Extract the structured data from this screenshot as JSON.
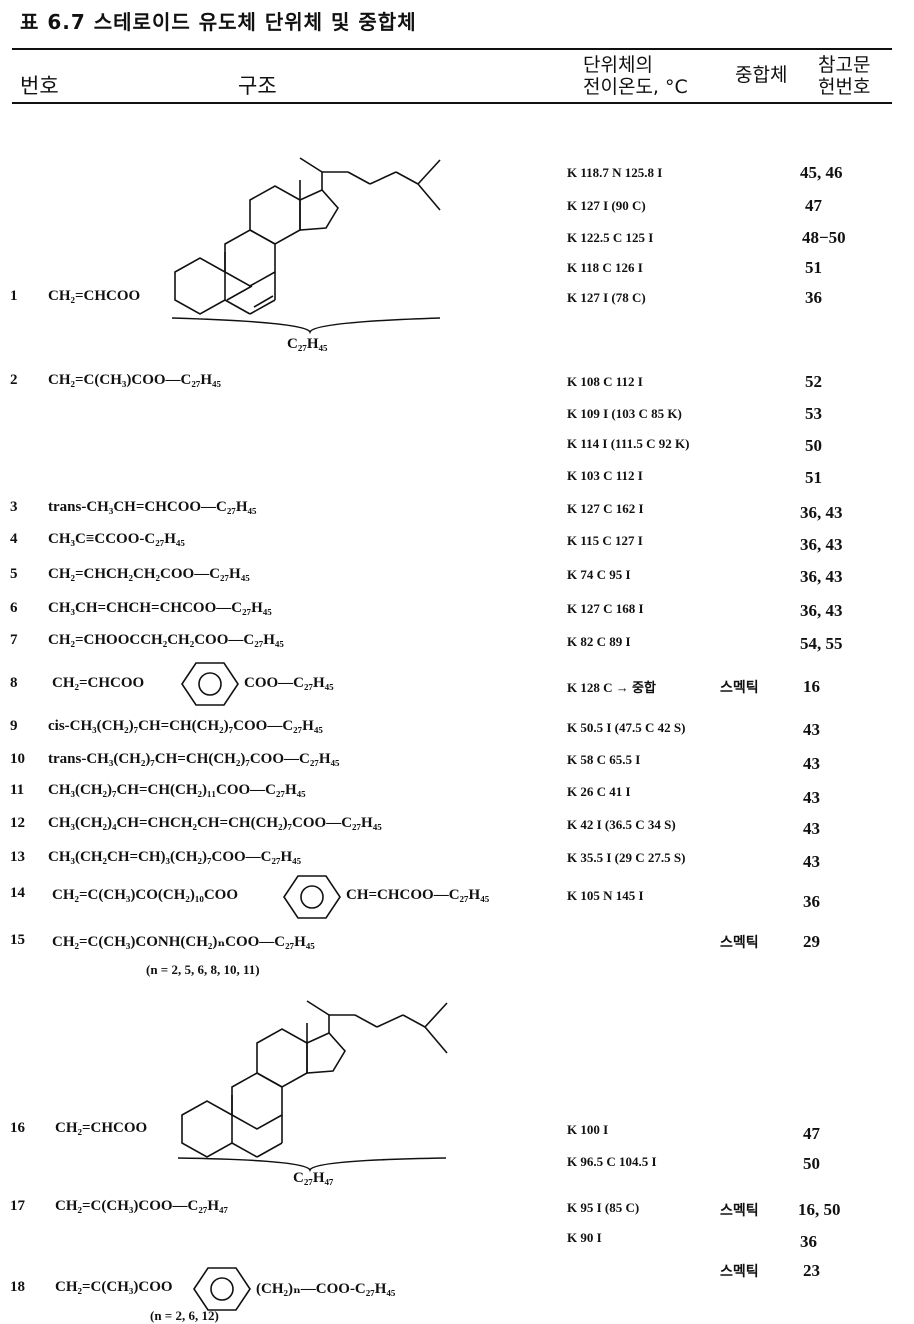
{
  "title": "표 6.7  스테로이드 유도체 단위체 및 중합체",
  "headers": {
    "no": "번호",
    "structure": "구조",
    "transition_1": "단위체의",
    "transition_2": "전이온도, °C",
    "polymer": "중합체",
    "ref_1": "참고문",
    "ref_2": "헌번호"
  },
  "rows": [
    {
      "no": "1",
      "formula_pre": "CH₂=CHCOO",
      "label": "C₂₇H₄₅"
    },
    {
      "no": "2",
      "formula": "CH₂=C(CH₃)COO—C₂₇H₄₅"
    },
    {
      "no": "3",
      "formula": "trans-CH₃CH=CHCOO—C₂₇H₄₅"
    },
    {
      "no": "4",
      "formula": "CH₃C≡CCOO-C₂₇H₄₅"
    },
    {
      "no": "5",
      "formula": "CH₂=CHCH₂CH₂COO—C₂₇H₄₅"
    },
    {
      "no": "6",
      "formula": "CH₃CH=CHCH=CHCOO—C₂₇H₄₅"
    },
    {
      "no": "7",
      "formula": "CH₂=CHOOCCH₂CH₂COO—C₂₇H₄₅"
    },
    {
      "no": "8",
      "formula_pre": "CH₂=CHCOO",
      "formula_post": "COO—C₂₇H₄₅"
    },
    {
      "no": "9",
      "formula": "cis-CH₃(CH₂)₇CH=CH(CH₂)₇COO—C₂₇H₄₅"
    },
    {
      "no": "10",
      "formula": "trans-CH₃(CH₂)₇CH=CH(CH₂)₇COO—C₂₇H₄₅"
    },
    {
      "no": "11",
      "formula": "CH₃(CH₂)₇CH=CH(CH₂)₁₁COO—C₂₇H₄₅"
    },
    {
      "no": "12",
      "formula": "CH₃(CH₂)₄CH=CHCH₂CH=CH(CH₂)₇COO—C₂₇H₄₅"
    },
    {
      "no": "13",
      "formula": "CH₃(CH₂CH=CH)₃(CH₂)₇COO—C₂₇H₄₅"
    },
    {
      "no": "14",
      "formula_pre": "CH₂=C(CH₃)CO(CH₂)₁₀COO",
      "formula_post": "CH=CHCOO—C₂₇H₄₅"
    },
    {
      "no": "15",
      "formula": "CH₂=C(CH₃)CONH(CH₂)ₙCOO—C₂₇H₄₅",
      "note": "(n = 2, 5, 6, 8, 10, 11)"
    },
    {
      "no": "16",
      "formula_pre": "CH₂=CHCOO",
      "label": "C₂₇H₄₇"
    },
    {
      "no": "17",
      "formula": "CH₂=C(CH₃)COO—C₂₇H₄₇"
    },
    {
      "no": "18",
      "formula_pre": "CH₂=C(CH₃)COO",
      "formula_post": "(CH₂)ₙ—COO-C₂₇H₄₅",
      "note": "(n = 2, 6, 12)"
    }
  ],
  "data_lines": [
    {
      "t": "K 118.7 N 125.8 I",
      "r": "45, 46"
    },
    {
      "t": "K 127 I (90 C)",
      "r": "47"
    },
    {
      "t": "K 122.5 C 125 I",
      "r": "48−50"
    },
    {
      "t": "K 118 C 126 I",
      "r": "51"
    },
    {
      "t": "K 127 I (78 C)",
      "r": "36"
    },
    {
      "t": "K 108 C 112 I",
      "r": "52"
    },
    {
      "t": "K 109 I (103 C 85 K)",
      "r": "53"
    },
    {
      "t": "K 114 I (111.5 C 92 K)",
      "r": "50"
    },
    {
      "t": "K 103 C 112 I",
      "r": "51"
    },
    {
      "t": "K 127 C 162 I",
      "r": "36, 43"
    },
    {
      "t": "K 115 C 127 I",
      "r": "36, 43"
    },
    {
      "t": "K 74 C 95 I",
      "r": "36, 43"
    },
    {
      "t": "K 127 C 168 I",
      "r": "36, 43"
    },
    {
      "t": "K 82 C 89 I",
      "r": "54, 55"
    },
    {
      "t": "K 128 C → 중합",
      "p": "스멕틱",
      "r": "16"
    },
    {
      "t": "K 50.5 I (47.5 C 42 S)",
      "r": "43"
    },
    {
      "t": "K 58 C 65.5 I",
      "r": "43"
    },
    {
      "t": "K 26 C 41 I",
      "r": "43"
    },
    {
      "t": "K 42 I (36.5 C 34 S)",
      "r": "43"
    },
    {
      "t": "K 35.5 I (29 C 27.5 S)",
      "r": "43"
    },
    {
      "t": "K 105 N 145 I",
      "r": "36"
    },
    {
      "t": "",
      "p": "스멕틱",
      "r": "29"
    },
    {
      "t": "K 100 I",
      "r": "47"
    },
    {
      "t": "K 96.5 C 104.5 I",
      "r": "50"
    },
    {
      "t": "K 95 I (85 C)",
      "p": "스멕틱",
      "r": "16, 50"
    },
    {
      "t": "K 90 I",
      "r": "36"
    },
    {
      "t": "",
      "p": "스멕틱",
      "r": "23"
    }
  ]
}
